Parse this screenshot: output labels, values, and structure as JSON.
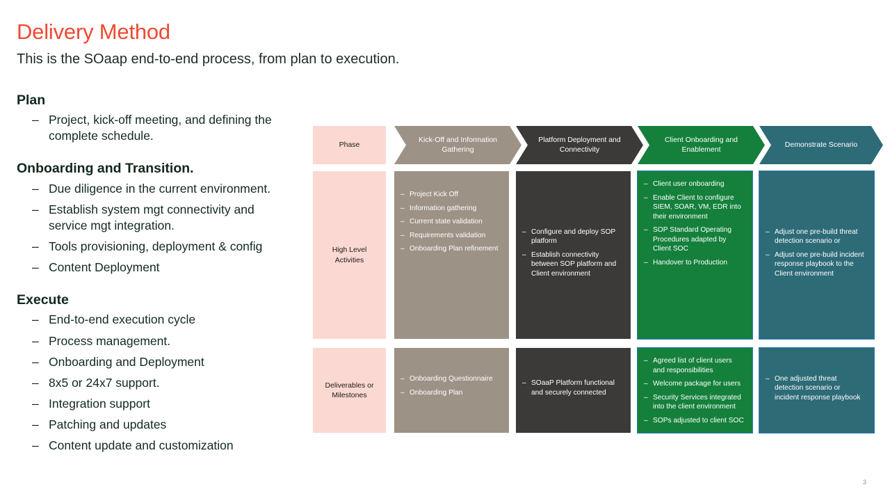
{
  "slide": {
    "title": "Delivery Method",
    "subtitle": "This is the SOaap end-to-end process, from plan to execution.",
    "page_number": "3",
    "accent_color": "#ef4a33"
  },
  "outline": {
    "groups": [
      {
        "heading": "Plan",
        "items": [
          "Project, kick-off meeting, and defining the complete schedule."
        ]
      },
      {
        "heading": "Onboarding and Transition.",
        "items": [
          "Due diligence in the current environment.",
          "Establish system mgt connectivity and service mgt integration.",
          "Tools provisioning, deployment & config",
          "Content Deployment"
        ]
      },
      {
        "heading": "Execute",
        "items": [
          "End-to-end execution cycle",
          "Process management.",
          "Onboarding and Deployment",
          "8x5 or 24x7 support.",
          "Integration support",
          "Patching and updates",
          "Content update and customization"
        ]
      }
    ],
    "bullet_marker": "–"
  },
  "process_table": {
    "row_labels": {
      "header": "Phase",
      "middle": "High Level Activities",
      "middle_line1": "High Level",
      "middle_line2": "Activities",
      "bottom": "Deliverables or Milestones",
      "bottom_line1": "Deliverables or",
      "bottom_line2": "Milestones"
    },
    "colors": {
      "phase": "#fbd8d1",
      "kickoff": "#9d9286",
      "platform": "#3b3a38",
      "client": "#15803c",
      "demonstrate": "#2d6b77"
    },
    "bullet_marker": "–",
    "columns": [
      {
        "key": "kickoff",
        "header": "Kick-Off and Information Gathering",
        "header_line1": "Kick-Off and Information",
        "header_line2": "Gathering",
        "activities": [
          "Project Kick Off",
          "Information  gathering",
          "Current  state validation",
          "Requirements  validation",
          "Onboarding Plan refinement"
        ],
        "deliverables": [
          "Onboarding Questionnaire",
          "Onboarding Plan"
        ]
      },
      {
        "key": "platform",
        "header": "Platform Deployment and Connectivity",
        "header_line1": "Platform Deployment and",
        "header_line2": "Connectivity",
        "activities": [
          "Configure and deploy SOP platform",
          "Establish connectivity between SOP platform and Client environment"
        ],
        "deliverables": [
          "SOaaP Platform functional and securely  connected"
        ]
      },
      {
        "key": "client",
        "header": "Client Onboarding and Enablement",
        "header_line1": "Client Onboarding and",
        "header_line2": "Enablement",
        "activities": [
          "Client user onboarding",
          "Enable Client to configure SIEM, SOAR, VM, EDR into their environment",
          "SOP Standard Operating Procedures adapted by Client SOC",
          "Handover to Production"
        ],
        "deliverables": [
          "Agreed list of client users and responsibilities",
          "Welcome package for users",
          "Security Services integrated into the client environment",
          "SOPs adjusted to client SOC"
        ]
      },
      {
        "key": "demonstrate",
        "header": "Demonstrate Scenario",
        "header_line1": "Demonstrate Scenario",
        "header_line2": "",
        "activities": [
          "Adjust one pre-build threat detection scenario or",
          "Adjust one pre-build incident response playbook to the Client environment"
        ],
        "deliverables": [
          "One adjusted threat detection scenario or incident  response playbook"
        ]
      }
    ]
  }
}
